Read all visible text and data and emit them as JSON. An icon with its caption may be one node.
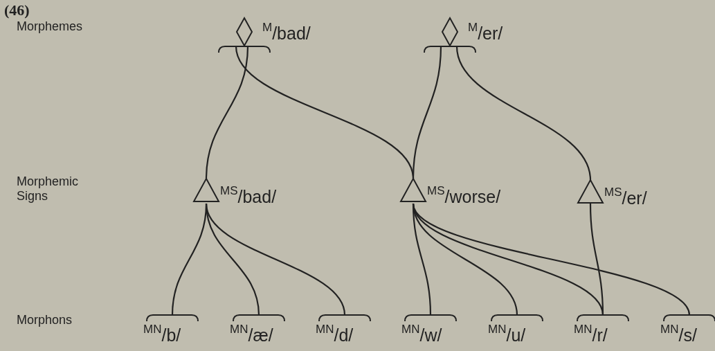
{
  "diagram": {
    "nodes": [
      {
        "text": [
          "$^{M}$/bad/"
        ]
      },
      {
        "text": [
          "$^{M}$/er/"
        ]
      },
      {
        "text": [
          "$^{MS}$/bad/"
        ]
      },
      {
        "text": [
          "$^{MS}$/worse/"
        ]
      },
      {
        "text": [
          "$^{MS}$/er/"
        ]
      },
      {
        "text": [
          "$^{MN}$/b/"
        ]
      },
      {
        "text": [
          "$^{MN}$/æ/"
        ]
      },
      {
        "text": [
          "$^{MN}$/d/"
        ]
      },
      {
        "text": [
          "$^{MN}$/w/"
        ]
      },
      {
        "text": [
          "$^{MN}$/u/"
        ]
      },
      {
        "text": [
          "$^{MN}$/r/"
        ]
      },
      {
        "text": [
          "$^{MN}$/s/"
        ]
      }
    ],
    "edges": [
      {
        "from": 0,
        "to": 2,
        "arrow": "none"
      },
      {
        "from": 0,
        "to": 3,
        "arrow": "none"
      },
      {
        "from": 1,
        "to": 3,
        "arrow": "none"
      },
      {
        "from": 1,
        "to": 4,
        "arrow": "none"
      },
      {
        "from": 2,
        "to": 5,
        "arrow": "none"
      },
      {
        "from": 2,
        "to": 6,
        "arrow": "none"
      },
      {
        "from": 2,
        "to": 7,
        "arrow": "none"
      },
      {
        "from": 3,
        "to": 8,
        "arrow": "none"
      },
      {
        "from": 3,
        "to": 9,
        "arrow": "none"
      },
      {
        "from": 3,
        "to": 10,
        "arrow": "none"
      },
      {
        "from": 3,
        "to": 11,
        "arrow": "none"
      },
      {
        "from": 4,
        "to": 10,
        "arrow": "none"
      }
    ],
    "labels": [
      "(46)",
      "Morphemes",
      "Morphemic Signs",
      "Morphons"
    ]
  }
}
